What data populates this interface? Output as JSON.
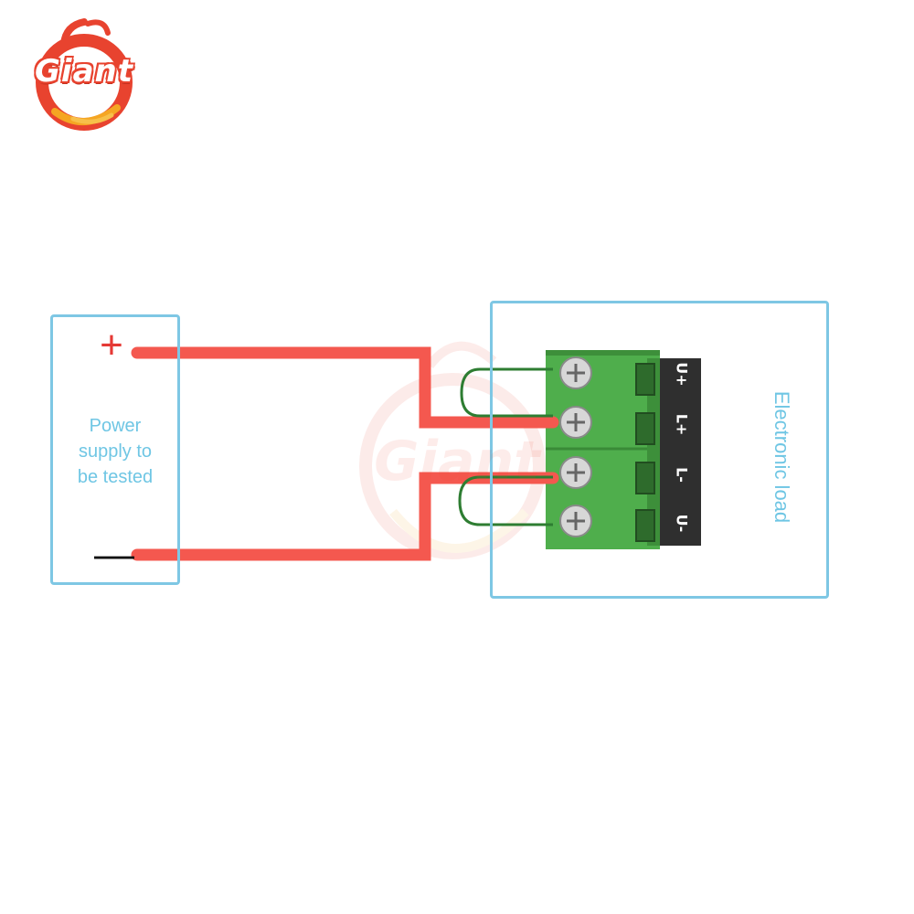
{
  "brand": {
    "logo_text": "Giant",
    "watermark_text": "Giant",
    "primary_color": "#e8432f",
    "accent_color": "#f5a623"
  },
  "power_supply": {
    "label_lines": [
      "Power",
      "supply to",
      "be tested"
    ],
    "positive_symbol": "+",
    "negative_symbol": "—"
  },
  "electronic_load": {
    "label": "Electronic load",
    "terminal_pins": [
      "U+",
      "L+",
      "L-",
      "U-"
    ]
  },
  "colors": {
    "box_border": "#7ec7e4",
    "label_text": "#6fc6e4",
    "power_wire": "#f4584f",
    "sense_wire": "#2e7d32",
    "terminal_green": "#4caf50"
  }
}
